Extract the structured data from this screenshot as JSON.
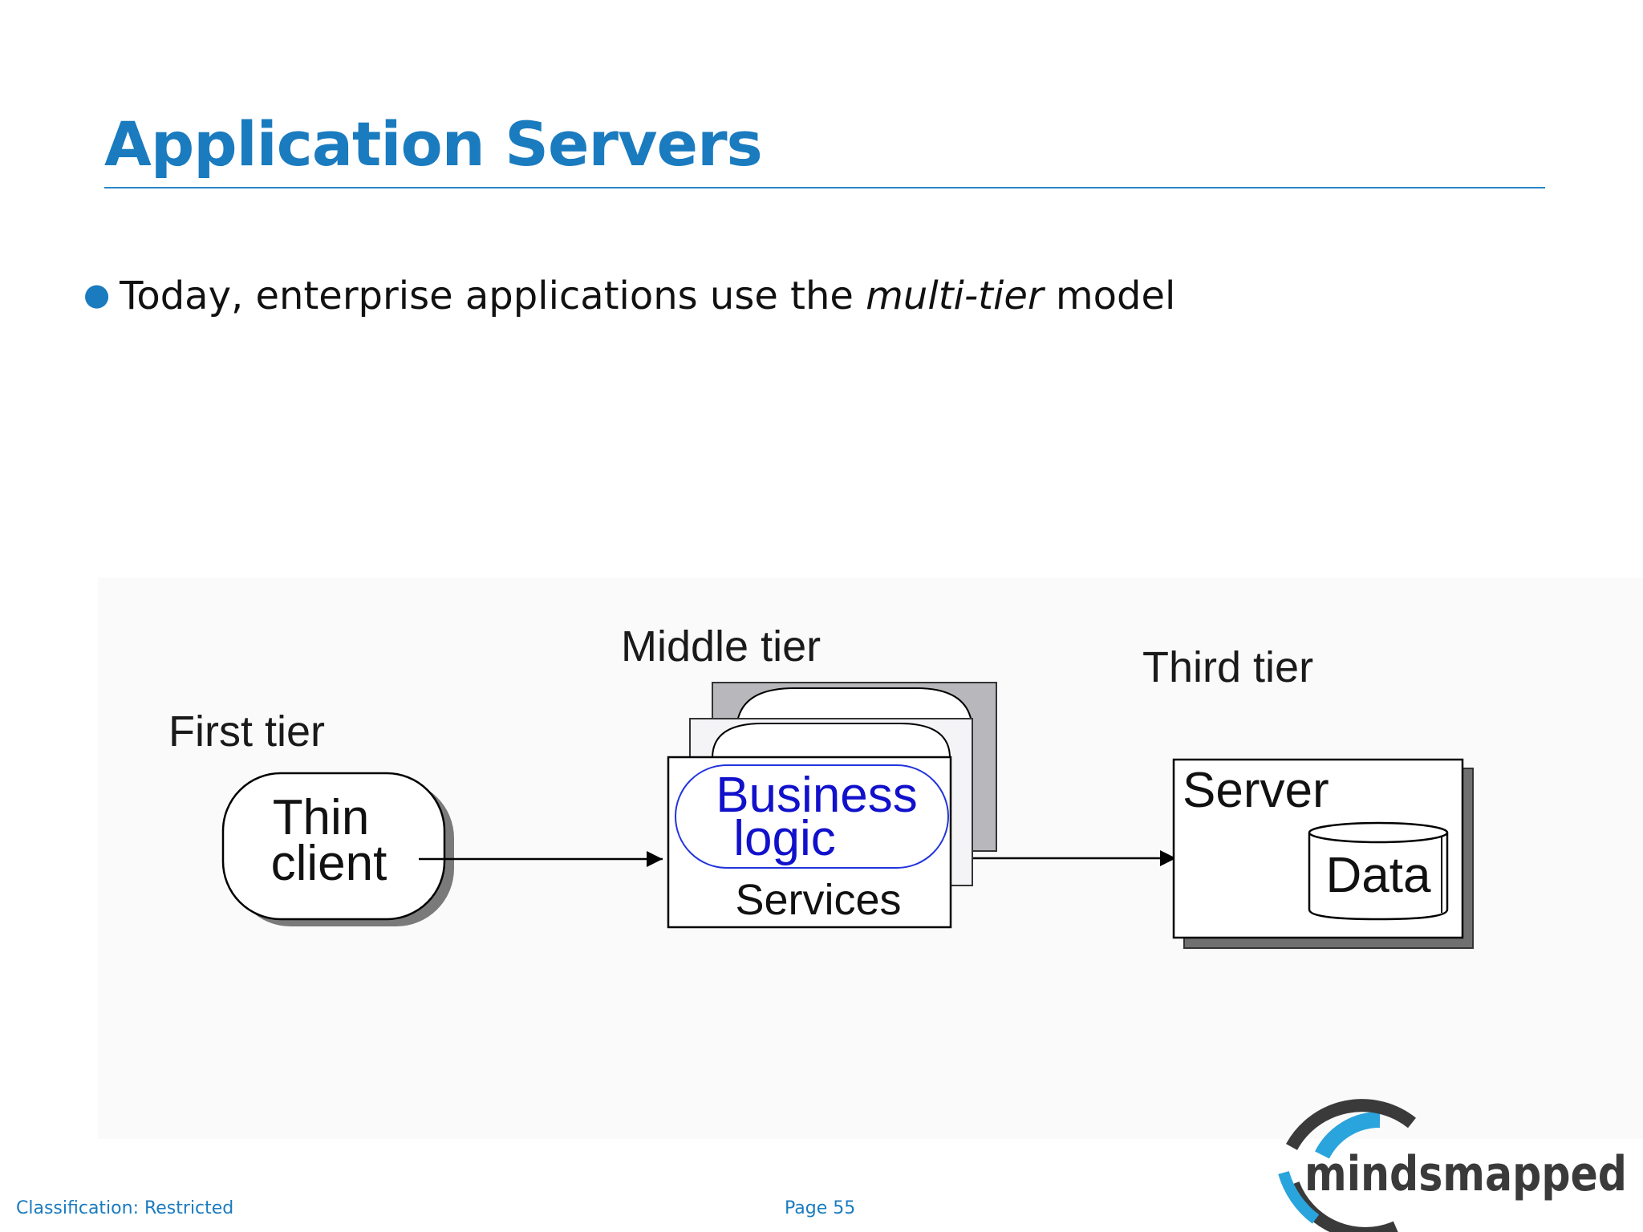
{
  "slide": {
    "title": "Application Servers",
    "bullet": {
      "before": "Today, enterprise applications use the ",
      "emphasis": "multi-tier",
      "after": " model"
    }
  },
  "diagram": {
    "first_tier": {
      "label": "First tier",
      "box_line1": "Thin",
      "box_line2": "client"
    },
    "middle_tier": {
      "label": "Middle tier",
      "logic_line1": "Business",
      "logic_line2": "logic",
      "services": "Services"
    },
    "third_tier": {
      "label": "Third tier",
      "server": "Server",
      "data": "Data"
    }
  },
  "footer": {
    "classification": "Classification: Restricted",
    "page": "Page 55"
  },
  "logo": {
    "text": "mindsmapped",
    "colors": {
      "blue": "#2aa4dc",
      "dark": "#3a3a3a"
    }
  },
  "colors": {
    "title": "#1a7bbf",
    "bullet": "#1a7bbf",
    "logic_text": "#1111cc"
  }
}
